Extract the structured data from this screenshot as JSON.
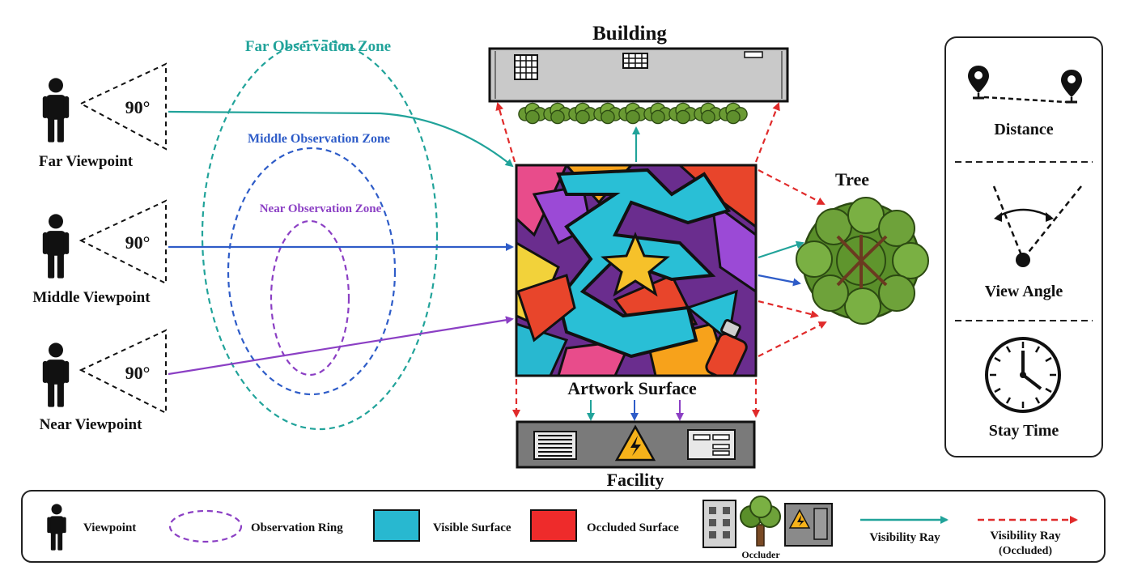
{
  "viewpoints": [
    {
      "label": "Far Viewpoint",
      "angle": "90°"
    },
    {
      "label": "Middle Viewpoint",
      "angle": "90°"
    },
    {
      "label": "Near Viewpoint",
      "angle": "90°"
    }
  ],
  "zones": {
    "far": "Far Observation Zone",
    "middle": "Middle Observation Zone",
    "near": "Near Observation Zone"
  },
  "labels": {
    "building": "Building",
    "tree": "Tree",
    "artwork": "Artwork Surface",
    "facility": "Facility"
  },
  "metrics": [
    {
      "label": "Distance",
      "icon": "distance-pins-icon"
    },
    {
      "label": "View Angle",
      "icon": "view-angle-icon"
    },
    {
      "label": "Stay Time",
      "icon": "clock-icon"
    }
  ],
  "legend": {
    "viewpoint": "Viewpoint",
    "ring": "Observation Ring",
    "visible": "Visible Surface",
    "occluded_surface": "Occluded Surface",
    "occluder": "Occluder",
    "ray": "Visibility Ray",
    "ray_occluded_1": "Visibility Ray",
    "ray_occluded_2": "(Occluded)"
  },
  "colors": {
    "far_zone": "#21a39a",
    "middle_zone": "#2e5cc8",
    "near_zone": "#8b3fc4",
    "visible_surface": "#28b8d0",
    "occluded_surface": "#ee2b2b",
    "occluded_ray": "#e02b2b",
    "tree_green": "#5a8f2a"
  }
}
